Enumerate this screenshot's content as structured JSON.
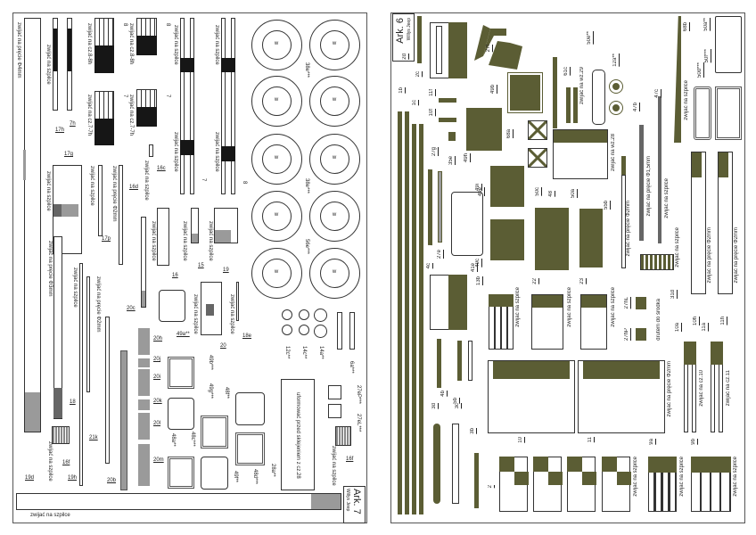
{
  "left_sheet": {
    "title": "Ark. 7",
    "subtitle": "Willys Jeep",
    "bottom_instruction": "zwijać na szpilce",
    "labels": [
      "zwijać na pręcie Φ4mm",
      "17h",
      "7h",
      "zwijać na szpilce",
      "zwijać na cz.8-8h",
      "zwijać na cz.8-8h",
      "zwijać na cz.7-7h",
      "zwijać na cz.7-7h",
      "8",
      "7",
      "8",
      "7",
      "zwijać na szpilce",
      "zwijać na szpilce",
      "zwijać na szpilce",
      "zwijać na szpilce",
      "7",
      "8",
      "38e***",
      "38e***",
      "56e***",
      "17g",
      "zwijać na szpilce",
      "zwijać na szpilce",
      "17p",
      "zwijać na pręcie Φ2mm",
      "16d",
      "zwijać na szpilce",
      "16c",
      "zwijać na szpilce",
      "zwijać na szpilce",
      "zwijać na szpilce",
      "16",
      "15",
      "19",
      "zwijać na pręcie Φ3mm",
      "zwijać na szpilce",
      "zwijać na pręcie Φ2mm",
      "18",
      "20c",
      "49a**",
      "zwijać na szpilce",
      "20",
      "zwijać na szpilce",
      "18e",
      "12c**",
      "14c**",
      "14a**",
      "6a***",
      "20h",
      "20j",
      "20i",
      "20k",
      "20l",
      "20m",
      "21k",
      "20b",
      "49b***",
      "49g***",
      "48f**",
      "48a**",
      "48c***",
      "48d***",
      "49f**",
      "uformować przed sklejeniem z cz.28",
      "28a**",
      "27eP***",
      "27eL***",
      "16f",
      "zwijać na szpilce",
      "16f",
      "zwijać na szpilce",
      "19h",
      "19d"
    ],
    "wheel_mark": "w"
  },
  "right_sheet": {
    "title": "Ark. 6",
    "subtitle": "Willys Jeep",
    "labels": [
      "2d",
      "2c",
      "27f",
      "1b",
      "1c",
      "11f",
      "10f",
      "35e",
      "27g",
      "27e",
      "4c",
      "41e",
      "49b",
      "49h",
      "49i",
      "49c",
      "49e",
      "68a",
      "50c",
      "48",
      "50a",
      "55b",
      "61c",
      "zwijać na wz.29",
      "50e**",
      "12a**",
      "zwijać na wz.28",
      "47b",
      "47c",
      "zwijać na pręcie Φ1,5mm",
      "zwijać na szpilce",
      "zwijać na pręcie Φ2mm",
      "zwijać na szpilce",
      "68b",
      "50a**",
      "50d***",
      "50f***",
      "zwijać na szpilce",
      "zwijać na pręcie Φ2mm",
      "zwijać na pręcie Φ2mm",
      "31d",
      "13b",
      "zwijać na szpilce",
      "22",
      "zwijać na szpilce",
      "23",
      "zwijać na szpilce",
      "27hL",
      "27hP",
      "drutem do środka",
      "10h",
      "11h",
      "4b",
      "5b",
      "3d",
      "3c",
      "3b",
      "10",
      "11",
      "zwijać na pręcie Φ2mm",
      "10a",
      "11a",
      "zwijać na cz.10",
      "zwijać na cz.11",
      "2",
      "zwijać na szpilce",
      "9a",
      "zwijać na szpilce",
      "9b",
      "zwijać na szpilce"
    ]
  },
  "colors": {
    "olive": "#5b5d34",
    "gray": "#9a9a9a",
    "black": "#161616",
    "frame": "#555555"
  }
}
